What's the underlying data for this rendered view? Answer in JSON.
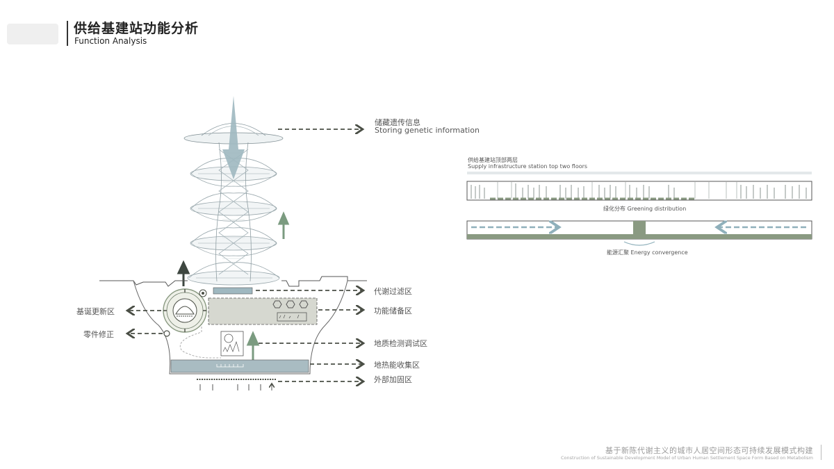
{
  "header": {
    "title_cn": "供给基建站功能分析",
    "title_en": "Function Analysis"
  },
  "tower_labels": {
    "storing_cn": "储藏遗传信息",
    "storing_en": "Storing genetic information",
    "metabolic_filter": "代谢过滤区",
    "function_storage": "功能储备区",
    "geology_test": "地质检测调试区",
    "geothermal": "地热能收集区",
    "external_reinforce": "外部加固区",
    "base_update": "基诞更新区",
    "part_repair": "零件修正"
  },
  "section_panel": {
    "title_cn": "供给基建站顶部两层",
    "title_en": "Supply infrastructure station top two floors",
    "greening_label": "绿化分布 Greening distribution",
    "energy_label": "能源汇聚 Energy convergence"
  },
  "footer": {
    "cn": "基于新陈代谢主义的城市人居空间形态可持续发展模式构建",
    "en": "Construction of Sustainable Development Model of Urban Human Settlement Space Form Based on Metabolism"
  },
  "colors": {
    "arrow_dark": "#4a4e45",
    "blue_grey": "#9fb8c0",
    "green": "#7b9b80",
    "panel_fill": "#d6d8d0",
    "accent_green": "#8a9a82"
  }
}
